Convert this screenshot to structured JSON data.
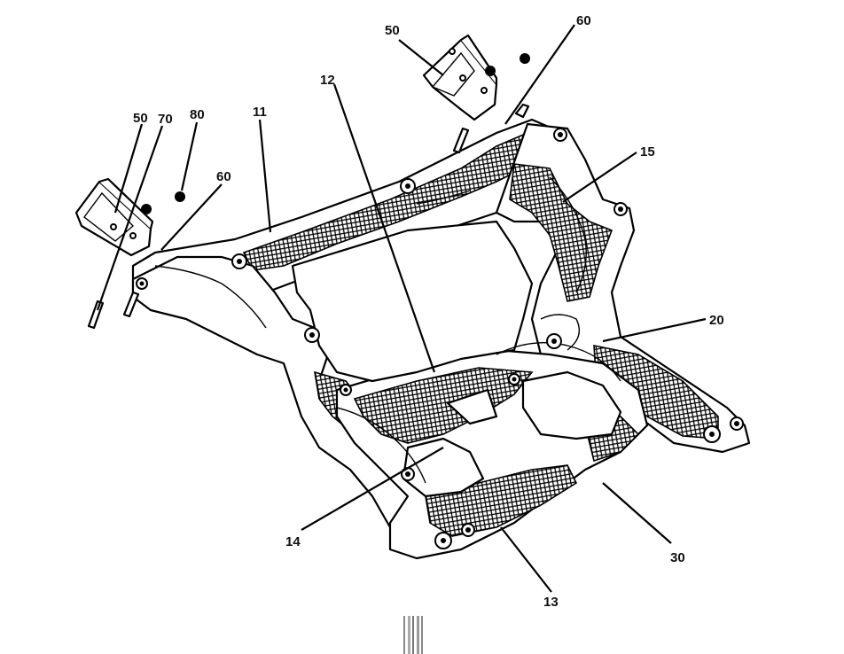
{
  "callouts": [
    {
      "id": "c50a",
      "label": "50"
    },
    {
      "id": "c60a",
      "label": "60"
    },
    {
      "id": "c12",
      "label": "12"
    },
    {
      "id": "c50b",
      "label": "50"
    },
    {
      "id": "c70",
      "label": "70"
    },
    {
      "id": "c80",
      "label": "80"
    },
    {
      "id": "c11",
      "label": "11"
    },
    {
      "id": "c15",
      "label": "15"
    },
    {
      "id": "c60b",
      "label": "60"
    },
    {
      "id": "c20",
      "label": "20"
    },
    {
      "id": "c14",
      "label": "14"
    },
    {
      "id": "c30",
      "label": "30"
    },
    {
      "id": "c13",
      "label": "13"
    }
  ]
}
